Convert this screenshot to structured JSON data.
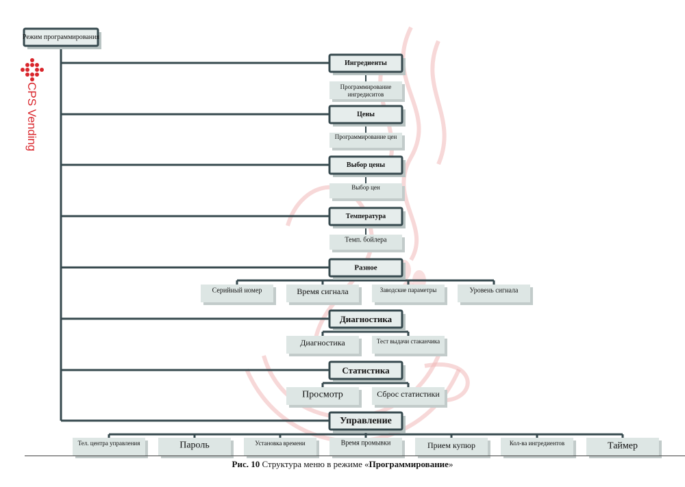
{
  "logo": {
    "text": "CPS Vending",
    "color": "#d9262c"
  },
  "colors": {
    "box_border": "#36494e",
    "box_fill": "#e6edec",
    "watermark": "#f1b8b8"
  },
  "root": {
    "label": "Режим программирования"
  },
  "sections": [
    {
      "id": "ingredients",
      "label": "Ингредиенты",
      "children": [
        "Программирование\nингредиситов"
      ]
    },
    {
      "id": "prices",
      "label": "Цены",
      "children": [
        "Программирование цен"
      ]
    },
    {
      "id": "price-select",
      "label": "Выбор цены",
      "children": [
        "Выбор цен"
      ]
    },
    {
      "id": "temperature",
      "label": "Температура",
      "children": [
        "Темп. бойлера"
      ]
    },
    {
      "id": "misc",
      "label": "Разное",
      "children": [
        "Серийный номер",
        "Время сигнала",
        "Заводские параметры",
        "Уровень сигнала"
      ]
    },
    {
      "id": "diagnostics",
      "label": "Диагностика",
      "children": [
        "Диагностика",
        "Тест выдачи стаканчика"
      ]
    },
    {
      "id": "statistics",
      "label": "Статистика",
      "children": [
        "Просмотр",
        "Сброс статистики"
      ]
    },
    {
      "id": "control",
      "label": "Управление",
      "children": [
        "Тел. центра управления",
        "Пароль",
        "Установка времени",
        "Время промывки",
        "Прием купюр",
        "Кол-ва ингредиентов",
        "Таймер"
      ]
    }
  ],
  "caption": {
    "prefix": "Рис. 10",
    "text": " Структура меню в режиме «",
    "emphasis": "Программирование",
    "suffix": "»"
  }
}
